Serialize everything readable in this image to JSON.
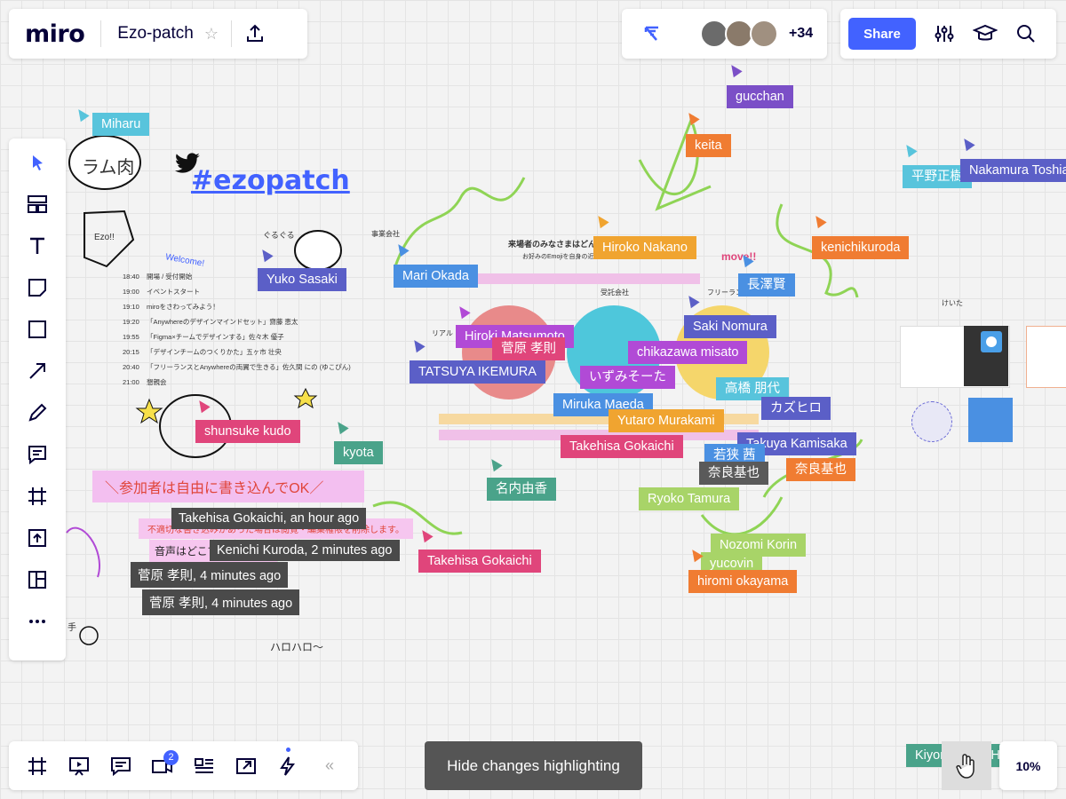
{
  "app": {
    "logo": "miro",
    "board_name": "Ezo-patch",
    "participants_extra": "+34",
    "share_label": "Share",
    "zoom": "10%"
  },
  "canvas": {
    "hashtag": "#ezopatch",
    "doodles": {
      "ramu": "ラム肉",
      "welcome": "Welcome!",
      "guruguru": "ぐるぐる",
      "hello": "ハロハロ〜",
      "move": "move!!",
      "te": "手",
      "ezo": "Ezo!!"
    },
    "labels": {
      "event_company": "事業会社",
      "question": "来場者のみなさまはどんな方ですか？",
      "question_sub": "お好みのEmojiを自身の近いものにドラッグしてください",
      "contract": "受託会社",
      "freelance": "フリーランス",
      "real": "リアル",
      "keita_small": "けいた"
    },
    "schedule": [
      {
        "time": "18:40",
        "text": "開場 / 受付開始"
      },
      {
        "time": "19:00",
        "text": "イベントスタート"
      },
      {
        "time": "19:10",
        "text": "miroをさわってみよう！"
      },
      {
        "time": "19:20",
        "text": "「Anywhereのデザインマインドセット」齋藤 恵太"
      },
      {
        "time": "19:55",
        "text": "「Figma×チームでデザインする」佐々木 優子"
      },
      {
        "time": "20:15",
        "text": "「デザインチームのつくりかた」五ヶ市 壮央"
      },
      {
        "time": "20:40",
        "text": "「フリーランスとAnywhereの両翼で生きる」佐久間 にの (ゆこぴん)"
      },
      {
        "time": "21:00",
        "text": "懇親会"
      }
    ],
    "banner": "＼参加者は自由に書き込んでOK／",
    "banner_sub": "不適切な書き込みがあった場合は閲覧・編集権限を削除します。",
    "sticky_text": "音声はどこで聞けますか",
    "comments": [
      {
        "text": "Takehisa Gokaichi, an hour ago"
      },
      {
        "text": "Kenichi Kuroda, 2 minutes ago"
      },
      {
        "text": "菅原 孝則, 4 minutes ago"
      },
      {
        "text": "菅原 孝則, 4 minutes ago"
      }
    ],
    "cursors": [
      {
        "name": "gucchan",
        "color": "#7b4fc7"
      },
      {
        "name": "Miharu",
        "color": "#58c4dc"
      },
      {
        "name": "keita",
        "color": "#f07c32"
      },
      {
        "name": "平野正樹",
        "color": "#58c4dc"
      },
      {
        "name": "Nakamura Toshiaki",
        "color": "#5b5fc7"
      },
      {
        "name": "Hiroko Nakano",
        "color": "#f0a430"
      },
      {
        "name": "kenichikuroda",
        "color": "#f07c32"
      },
      {
        "name": "Yuko Sasaki",
        "color": "#5b5fc7"
      },
      {
        "name": "Mari Okada",
        "color": "#4a90e2"
      },
      {
        "name": "長澤賢",
        "color": "#4a90e2"
      },
      {
        "name": "Saki Nomura",
        "color": "#5b5fc7"
      },
      {
        "name": "Hiroki Matsumoto",
        "color": "#b14ad6"
      },
      {
        "name": "菅原 孝則",
        "color": "#e0457b"
      },
      {
        "name": "chikazawa misato",
        "color": "#b14ad6"
      },
      {
        "name": "TATSUYA IKEMURA",
        "color": "#5b5fc7"
      },
      {
        "name": "いずみそーた",
        "color": "#b14ad6"
      },
      {
        "name": "高橋 朋代",
        "color": "#58c4dc"
      },
      {
        "name": "Miruka Maeda",
        "color": "#4a90e2"
      },
      {
        "name": "カズヒロ",
        "color": "#5b5fc7"
      },
      {
        "name": "Yutaro Murakami",
        "color": "#f0a430"
      },
      {
        "name": "shunsuke kudo",
        "color": "#e0457b"
      },
      {
        "name": "Takehisa Gokaichi",
        "color": "#e0457b"
      },
      {
        "name": "Takuya Kamisaka",
        "color": "#5b5fc7"
      },
      {
        "name": "kyota",
        "color": "#4aa38a"
      },
      {
        "name": "若狭 茜",
        "color": "#4a90e2"
      },
      {
        "name": "奈良基也",
        "color": "#5a5a5a"
      },
      {
        "name": "奈良基也",
        "color": "#f07c32"
      },
      {
        "name": "名内由香",
        "color": "#4aa38a"
      },
      {
        "name": "Ryoko Tamura",
        "color": "#a8d468"
      },
      {
        "name": "Takehisa Gokaichi",
        "color": "#e0457b"
      },
      {
        "name": "Nozomi Korin",
        "color": "#a8d468"
      },
      {
        "name": "yucovin",
        "color": "#a8d468"
      },
      {
        "name": "hiromi okayama",
        "color": "#f07c32"
      },
      {
        "name": "Kiyomi ISHISHI",
        "color": "#4aa38a"
      }
    ]
  },
  "bottom": {
    "hide_changes": "Hide changes highlighting",
    "notif_count": "2",
    "collapse": "«"
  }
}
